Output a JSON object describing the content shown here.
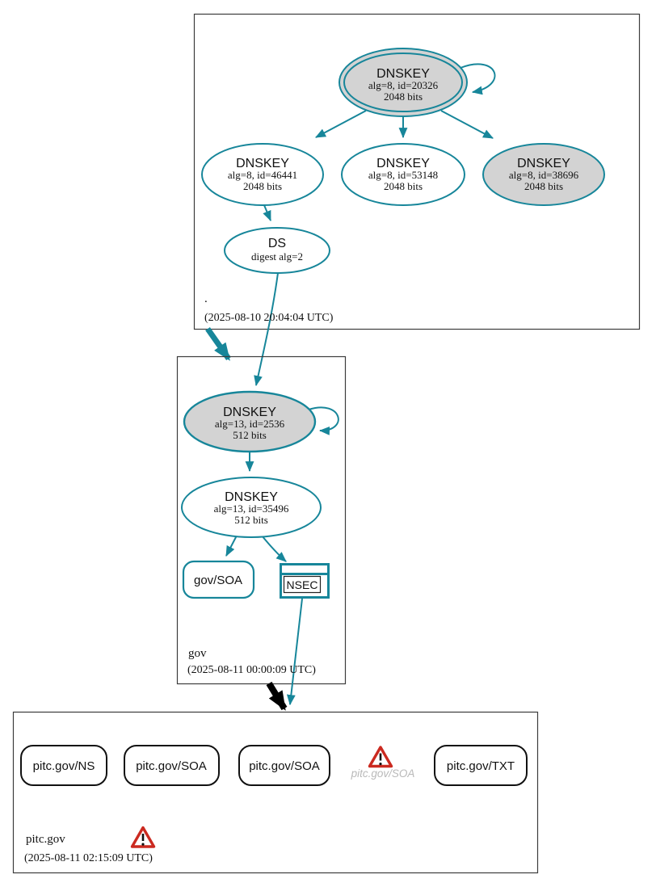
{
  "colors": {
    "edge_teal": "#17869a",
    "node_fill_gray": "#d3d3d3",
    "node_fill_white": "#ffffff",
    "warning_red": "#cb2a20",
    "muted_text": "#b9b9b9",
    "box_border": "#3c3c3c",
    "black_edge": "#000000"
  },
  "root_zone": {
    "label": ".",
    "timestamp": "(2025-08-10 20:04:04 UTC)",
    "ksk": {
      "title": "DNSKEY",
      "detail": "alg=8, id=20326",
      "bits": "2048 bits"
    },
    "zsk_left": {
      "title": "DNSKEY",
      "detail": "alg=8, id=46441",
      "bits": "2048 bits"
    },
    "zsk_mid": {
      "title": "DNSKEY",
      "detail": "alg=8, id=53148",
      "bits": "2048 bits"
    },
    "zsk_right": {
      "title": "DNSKEY",
      "detail": "alg=8, id=38696",
      "bits": "2048 bits"
    },
    "ds": {
      "title": "DS",
      "detail": "digest alg=2"
    }
  },
  "gov_zone": {
    "label": "gov",
    "timestamp": "(2025-08-11 00:00:09 UTC)",
    "ksk": {
      "title": "DNSKEY",
      "detail": "alg=13, id=2536",
      "bits": "512 bits"
    },
    "zsk": {
      "title": "DNSKEY",
      "detail": "alg=13, id=35496",
      "bits": "512 bits"
    },
    "soa_label": "gov/SOA",
    "nsec_label": "NSEC"
  },
  "pitc_zone": {
    "label": "pitc.gov",
    "timestamp": "(2025-08-11 02:15:09 UTC)",
    "ns_label": "pitc.gov/NS",
    "soa1_label": "pitc.gov/SOA",
    "soa2_label": "pitc.gov/SOA",
    "soa_missing_label": "pitc.gov/SOA",
    "txt_label": "pitc.gov/TXT"
  }
}
